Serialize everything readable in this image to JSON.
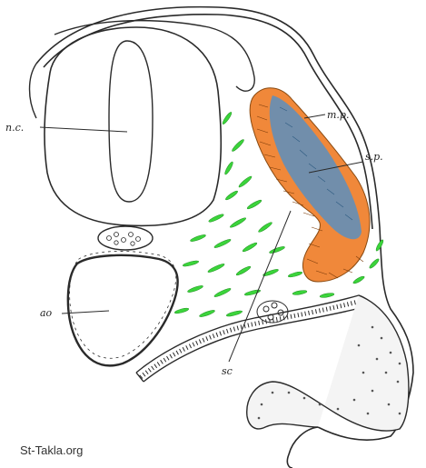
{
  "labels": {
    "nc": "n.c.",
    "mp": "m.p.",
    "sp": "s.p.",
    "ao": "ao",
    "sc": "sc"
  },
  "watermark": "St-Takla.org",
  "colors": {
    "muscle_plate": "#f0883a",
    "sclerotome_overlay": "#5b8fbf",
    "mesenchyme": "#3bd43b",
    "ink": "#2a2a2a"
  }
}
